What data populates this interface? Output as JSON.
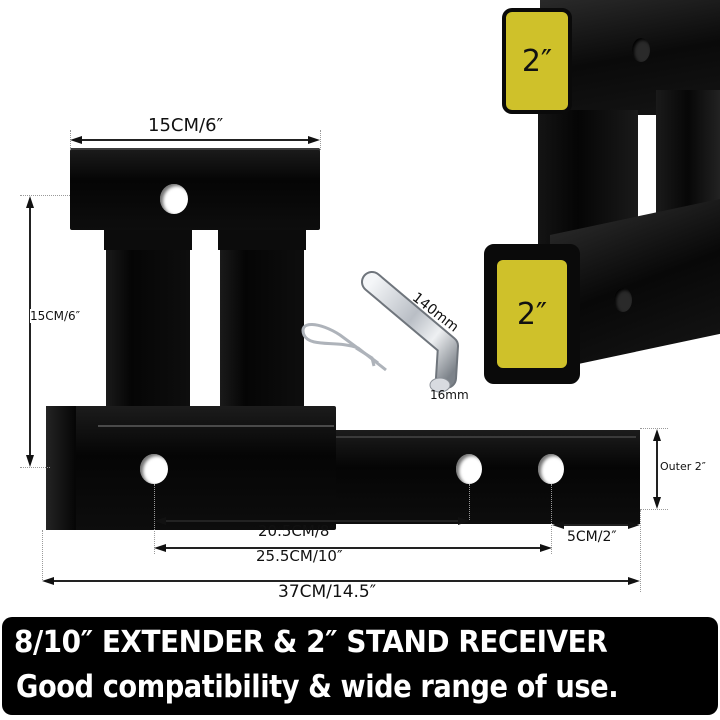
{
  "product": {
    "name": "Hitch extender with 2\" stand receiver",
    "colors": {
      "steel": "#0a0a0a",
      "cap_yellow": "#cfc12a",
      "chrome": "#c8ccd2",
      "banner_bg": "#000000",
      "banner_text": "#ffffff"
    }
  },
  "dimensions": {
    "top_width": "15CM/6″",
    "riser_height": "15CM/6″",
    "pin_length": "140mm",
    "pin_diameter": "16mm",
    "outer_size": "Outer 2″",
    "hole_spacing_short": "20.5CM/8″",
    "hole_spacing_long": "25.5CM/10″",
    "end_offset": "5CM/2″",
    "total_length": "37CM/14.5″"
  },
  "receiver_caps": [
    {
      "label": "2″"
    },
    {
      "label": "2″"
    }
  ],
  "banner": {
    "line1": "8/10″  EXTENDER & 2″  STAND RECEIVER",
    "line2": "Good compatibility & wide range of use."
  }
}
